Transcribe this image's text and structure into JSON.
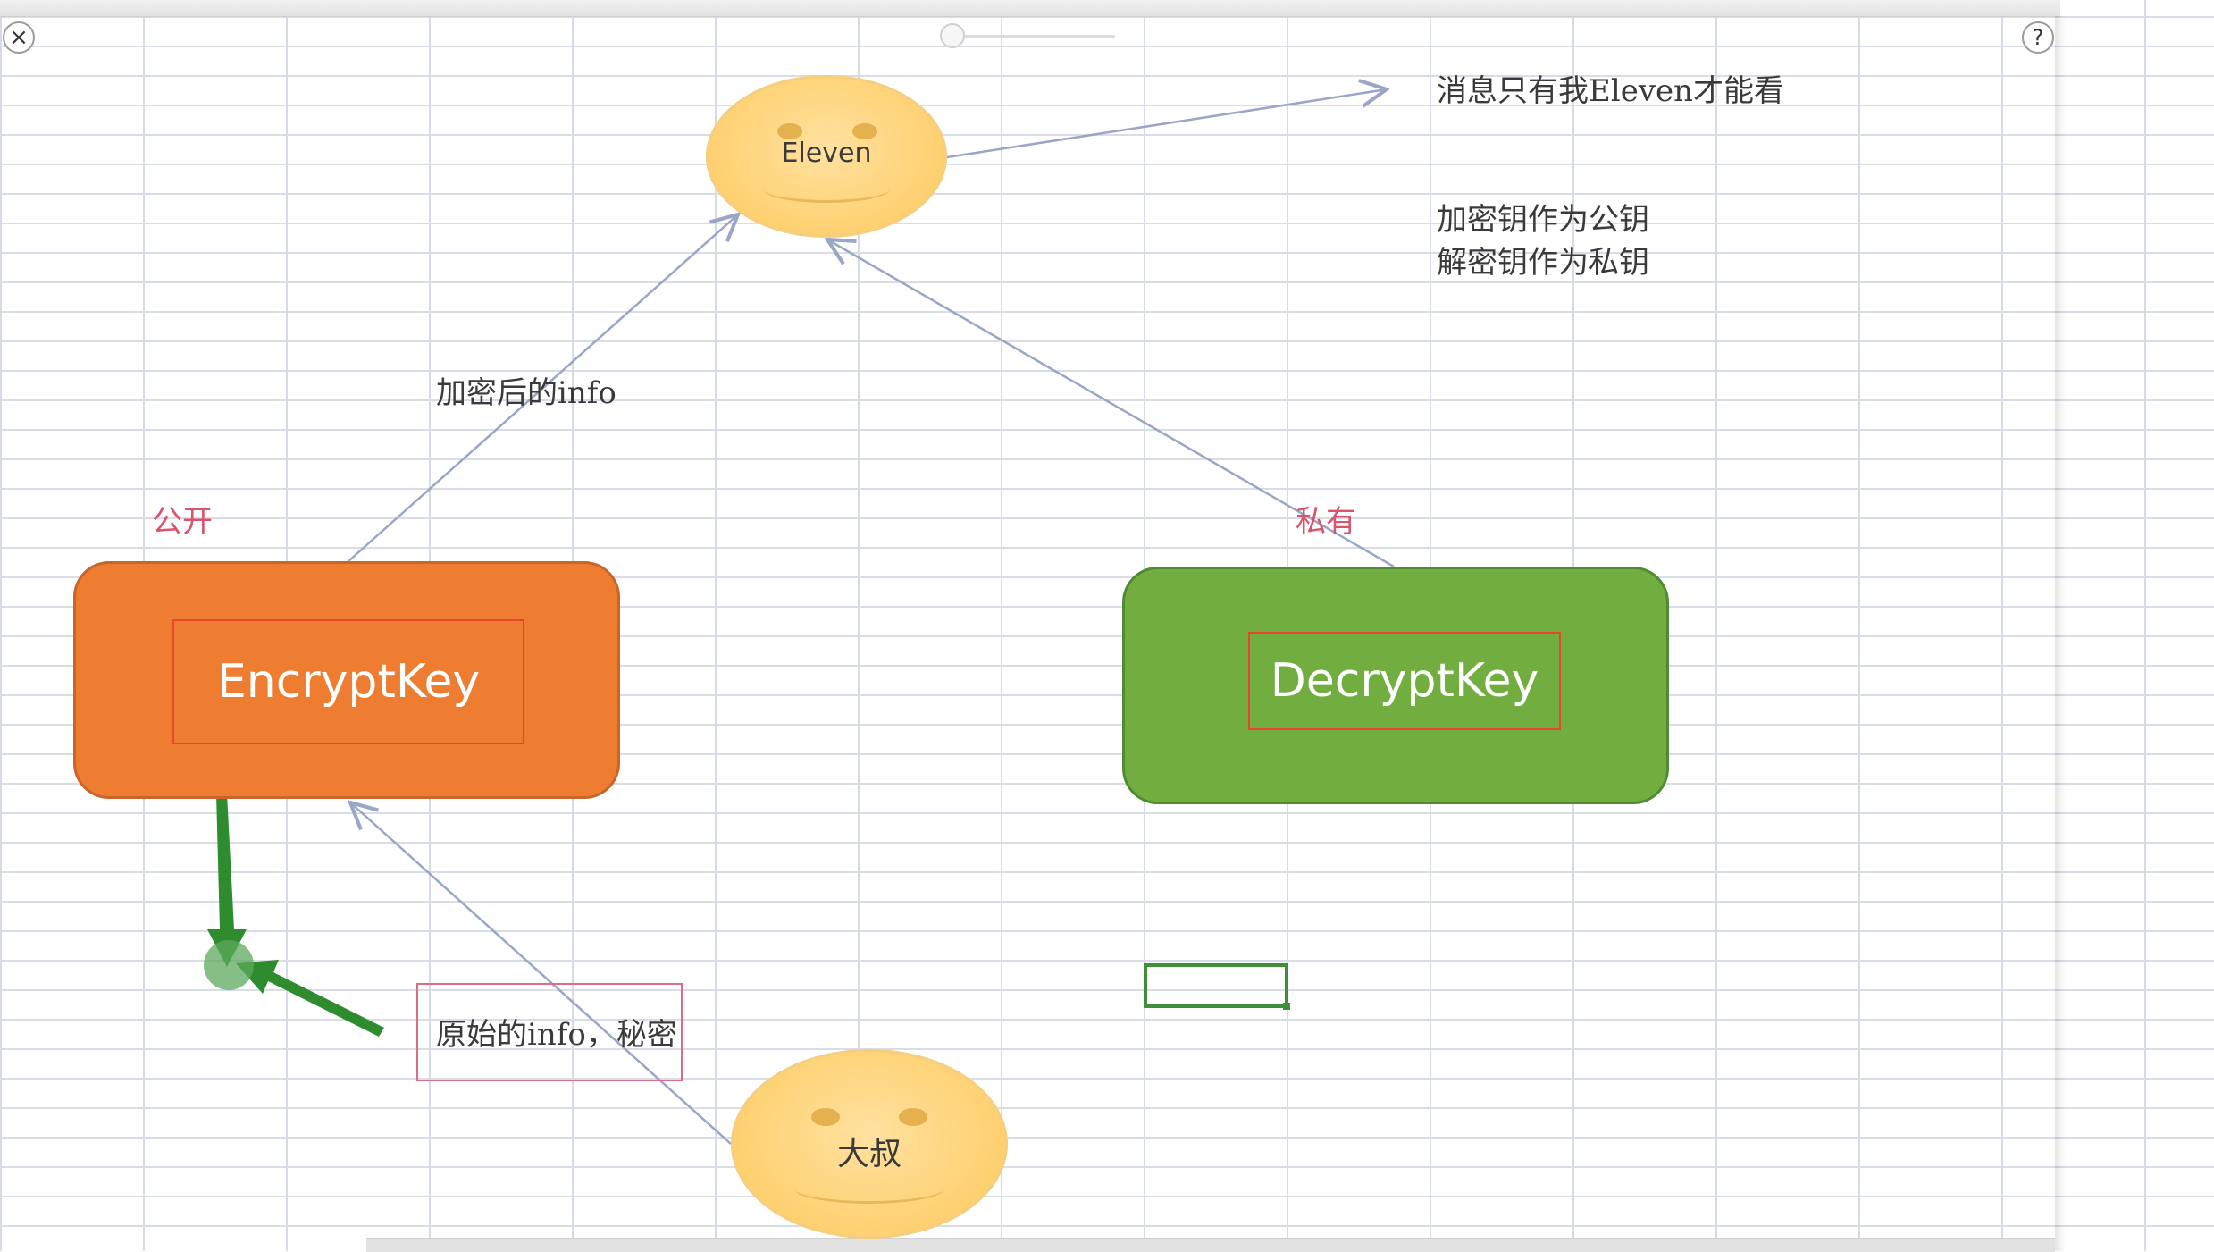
{
  "window": {
    "close_icon_glyph": "×",
    "help_icon_glyph": "?"
  },
  "diagram": {
    "eleven": {
      "label": "Eleven"
    },
    "uncle": {
      "label": "大叔"
    },
    "encrypt_key": {
      "label": "EncryptKey",
      "tag": "公开",
      "fill": "#ee7d31"
    },
    "decrypt_key": {
      "label": "DecryptKey",
      "tag": "私有",
      "fill": "#72ae3f"
    },
    "notes": {
      "only_eleven": "消息只有我Eleven才能看",
      "public_key_note": "加密钥作为公钥",
      "private_key_note": "解密钥作为私钥"
    },
    "edge_labels": {
      "encrypted_info": "加密后的info",
      "original_info": "原始的info，秘密"
    }
  },
  "colors": {
    "connector": "#9aa6c8",
    "tag_red": "#d9536c",
    "annotation_green": "#2e8b2e",
    "selection_green": "#3f8f3a"
  }
}
